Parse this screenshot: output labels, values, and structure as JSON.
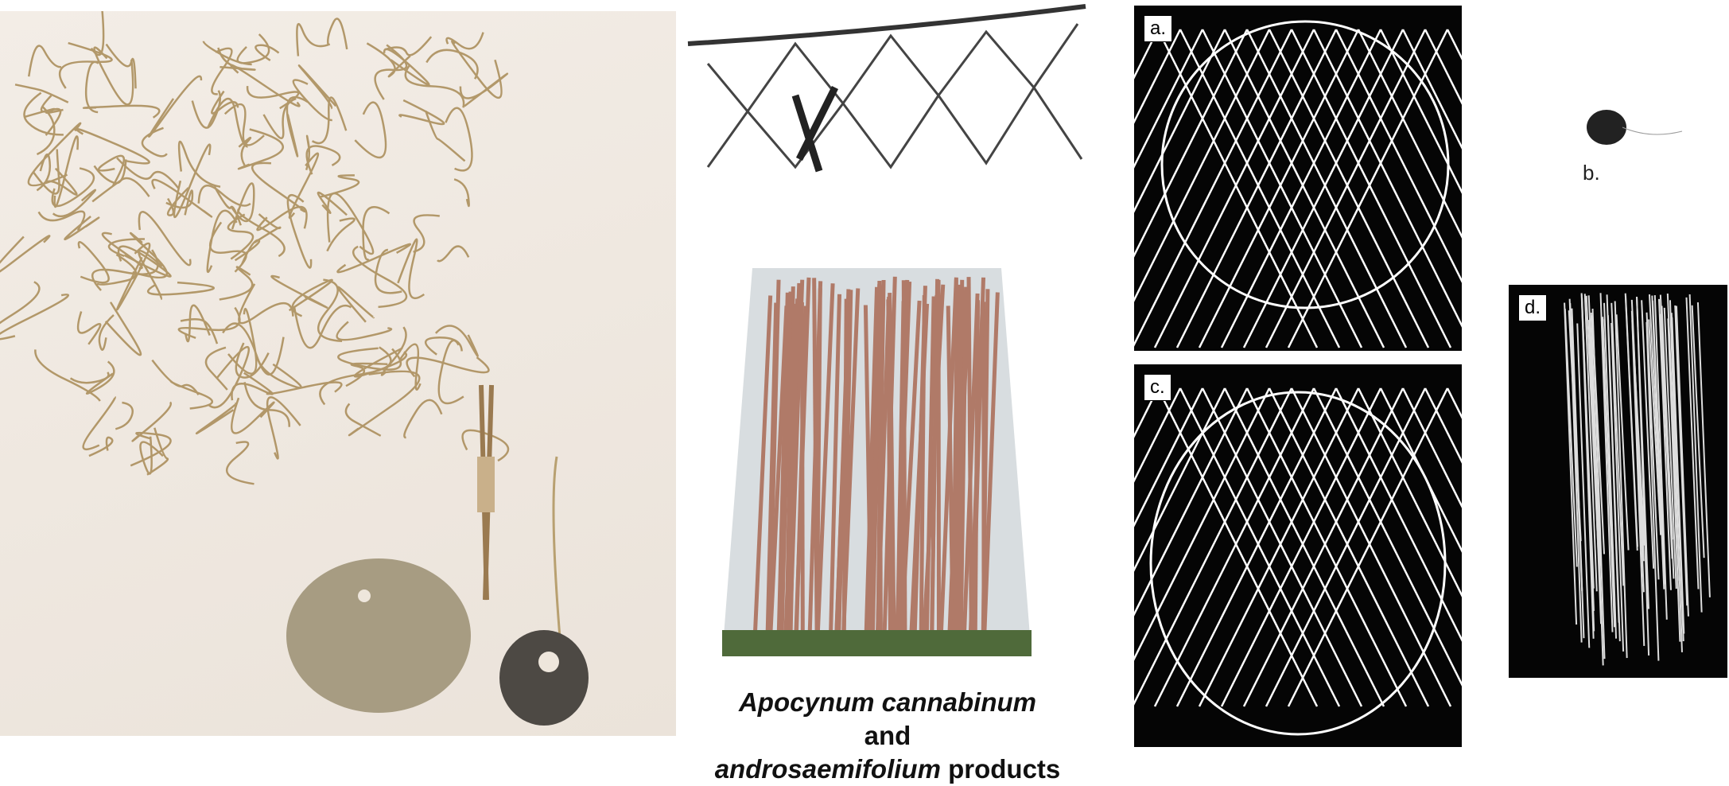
{
  "caption": {
    "italic1": "Apocynum cannabinum",
    "plain1": " and",
    "italic2": "androsaemifolium",
    "plain2": " products"
  },
  "panels": {
    "a": "a.",
    "b": "b.",
    "c": "c.",
    "d": "d."
  }
}
